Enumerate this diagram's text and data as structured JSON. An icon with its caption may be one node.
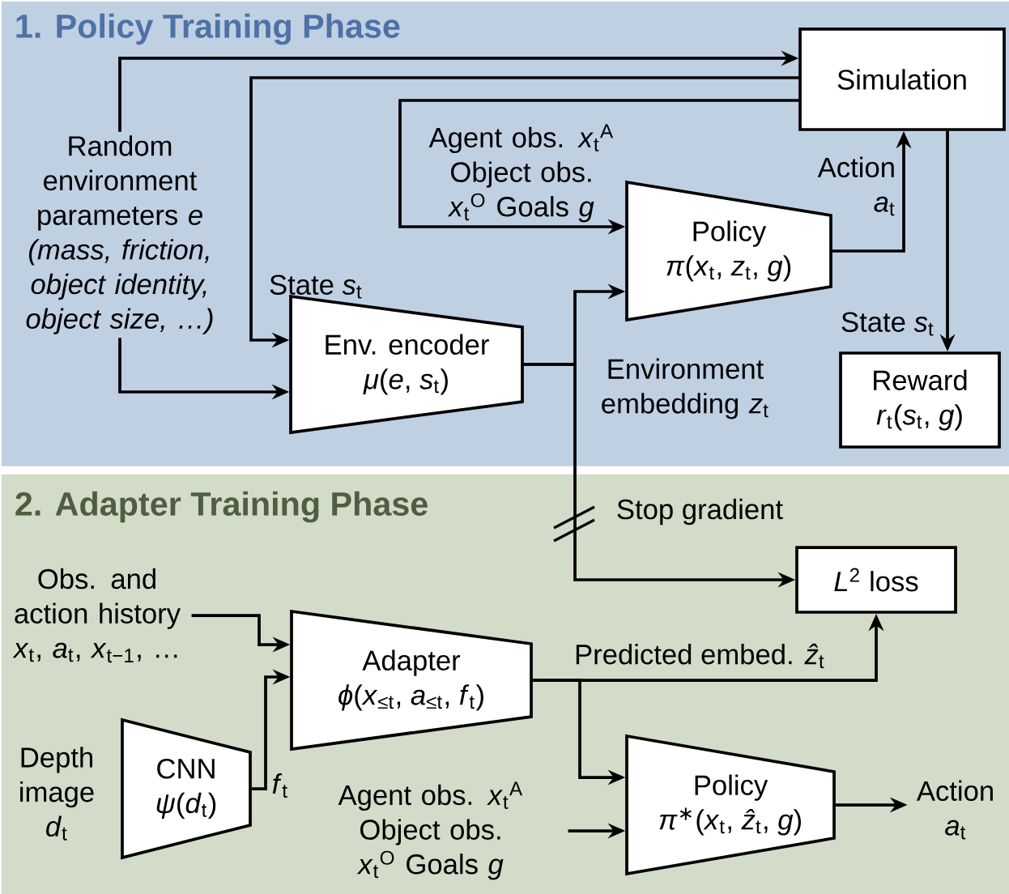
{
  "diagram": {
    "nodes": [
      {
        "text": [
          "1. Policy Training Phase"
        ]
      },
      {
        "text": [
          "Random environment parameters *e*",
          "(mass, friction, object identity, object size, …)"
        ],
        "in": 0
      },
      {
        "text": [
          "Simulation"
        ],
        "in": 0
      },
      {
        "text": [
          "Policy",
          "*π*(*x*$_{t}$, *z*$_{t}$, *g*)"
        ],
        "in": 0
      },
      {
        "text": [
          "Reward",
          "*r*$_{t}$(*s*$_{t}$, *g*)"
        ],
        "in": 0
      },
      {
        "text": [
          "Env. encoder",
          "*μ*(*e*, *s*$_{t}$)"
        ],
        "in": 0
      },
      {
        "text": [
          "2. Adapter Training Phase"
        ]
      },
      {
        "text": [
          "Obs. and action history",
          "*x*$_{t}$, *a*$_{t}$, *x*$_{t−1}$, …"
        ],
        "in": 6
      },
      {
        "text": [
          "Adapter",
          "*ϕ*(*x*$_{≤t}$, *a*$_{≤t}$, *f*$_{t}$)"
        ],
        "in": 6
      },
      {
        "text": [
          "*L*$^{2}$ loss"
        ],
        "in": 6
      },
      {
        "text": [
          "Depth image *d*$_{t}$"
        ],
        "in": 6
      },
      {
        "text": [
          "CNN",
          "*ψ*(*d*$_{t}$)"
        ],
        "in": 6
      },
      {
        "text": [
          "Agent obs. *x*$_{t}$$^{A}$ Object obs. *x*$_{t}$$^{O}$ Goals *g*"
        ],
        "in": 6
      },
      {
        "text": [
          "Policy",
          "*π*$^{∗}$(*x*$_{t}$, *ẑ*$_{t}$, *g*)"
        ],
        "in": 6
      },
      {
        "text": [
          "Action *a*$_{t}$"
        ],
        "in": 6
      }
    ],
    "edges": [
      {
        "from": 1,
        "to": 2,
        "arrow": "to"
      },
      {
        "from": 2,
        "to": 5,
        "arrow": "to",
        "label": "State *s*$_{t}$"
      },
      {
        "from": 2,
        "to": 3,
        "arrow": "to",
        "label": "Agent obs. *x*$_{t}$$^{A}$ Object obs. *x*$_{t}$$^{O}$ Goals *g*"
      },
      {
        "from": 3,
        "to": 2,
        "arrow": "to",
        "label": "Action *a*$_{t}$"
      },
      {
        "from": 2,
        "to": 4,
        "arrow": "to",
        "label": "State *s*$_{t}$"
      },
      {
        "from": 1,
        "to": 5,
        "arrow": "to"
      },
      {
        "from": 5,
        "to": 3,
        "arrow": "to"
      },
      {
        "from": 5,
        "to": 9,
        "arrow": "to",
        "label": "Environment embedding *z*$_{t}$"
      },
      {
        "from": 7,
        "to": 8,
        "arrow": "to"
      },
      {
        "from": 11,
        "to": 8,
        "arrow": "to",
        "label": "*f*$_{t}$"
      },
      {
        "from": 8,
        "to": 9,
        "arrow": "to",
        "label": "Predicted embed. *ẑ*$_{t}$"
      },
      {
        "from": 8,
        "to": 13,
        "arrow": "to"
      },
      {
        "from": 12,
        "to": 13,
        "arrow": "to"
      },
      {
        "from": 13,
        "to": 14,
        "arrow": "to"
      }
    ],
    "labels": [
      "Stop gradient"
    ]
  }
}
